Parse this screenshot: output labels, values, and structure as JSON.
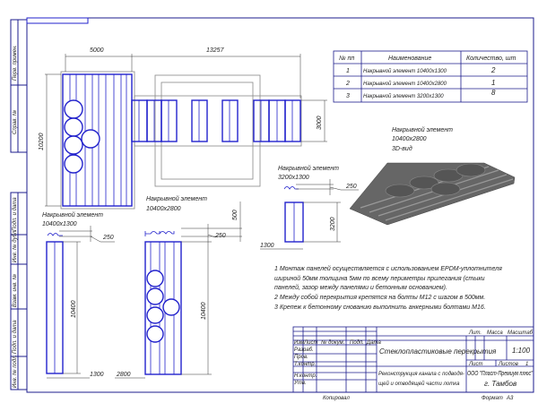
{
  "side_stamp": [
    "Перв. примен.",
    "Справ. №",
    "Подп. и дата",
    "Инв. № дубл.",
    "Взам. инв. №",
    "Подп. и дата",
    "Инв. № подл."
  ],
  "plan": {
    "dim_width_left": "5000",
    "dim_width_total": "13257",
    "dim_height": "10200",
    "dim_strip": "3000"
  },
  "table": {
    "headers": [
      "№ пп",
      "Наименование",
      "Количество, шт"
    ],
    "rows": [
      {
        "n": "1",
        "name": "Накрывной элемент 10400х1300",
        "qty": "2"
      },
      {
        "n": "2",
        "name": "Накрывной элемент 10400х2800",
        "qty": "1"
      },
      {
        "n": "3",
        "name": "Накрывной элемент 3200х1300",
        "qty": "8"
      }
    ]
  },
  "elements": {
    "e1": {
      "title": "Накрывной элемент",
      "size": "10400х1300",
      "dim_h": "250",
      "dim_len": "10400",
      "dim_w": "1300"
    },
    "e2": {
      "title": "Накрывной элемент",
      "size": "10400х2800",
      "dim_h": "250",
      "dim_top": "500",
      "dim_len": "10400",
      "dim_w": "2800"
    },
    "e3": {
      "title": "Накрывной элемент",
      "size": "3200х1300",
      "dim_h": "250",
      "dim_len": "3200",
      "dim_w": "1300"
    },
    "view3d": {
      "title": "Накрывной элемент",
      "size": "10400х2800",
      "view": "3D-вид"
    }
  },
  "notes": [
    "1 Монтаж панелей осуществляется с использованием EPDM-уплотнителя",
    "шириной 50мм толщина 5мм по всему периметры прилегания (стыки",
    "панелей, зазор между панелями и бетонным основанием).",
    "2 Между собой перекрытия крепятся на болты М12 с шагом в 500мм.",
    "3 Крепеж к бетонному снованию выполнить анкерными болтами М16."
  ],
  "title_block": {
    "cols": [
      "Изм",
      "Лист",
      "№ докум.",
      "Подп.",
      "Дата"
    ],
    "roles": [
      "Разраб.",
      "Пров.",
      "Т.контр.",
      "Н.контр.",
      "Утв."
    ],
    "title": "Стеклопластиковые перекрытия",
    "subtitle_1": "Реконструкция канала с подводя-",
    "subtitle_2": "щей и отводящей части лотка",
    "lit": "Лит.",
    "mass": "Масса",
    "scale_label": "Масштаб",
    "scale": "1:100",
    "sheet": "Лист",
    "sheets": "Листов",
    "sheets_count": "1",
    "org": "ООО \"Пласт-Премиум плюс\"",
    "city": "г. Тамбов",
    "copied": "Копировал",
    "format_label": "Формат",
    "format": "А3"
  },
  "colors": {
    "line": "#2222cc",
    "frame": "#1c1c8c"
  }
}
